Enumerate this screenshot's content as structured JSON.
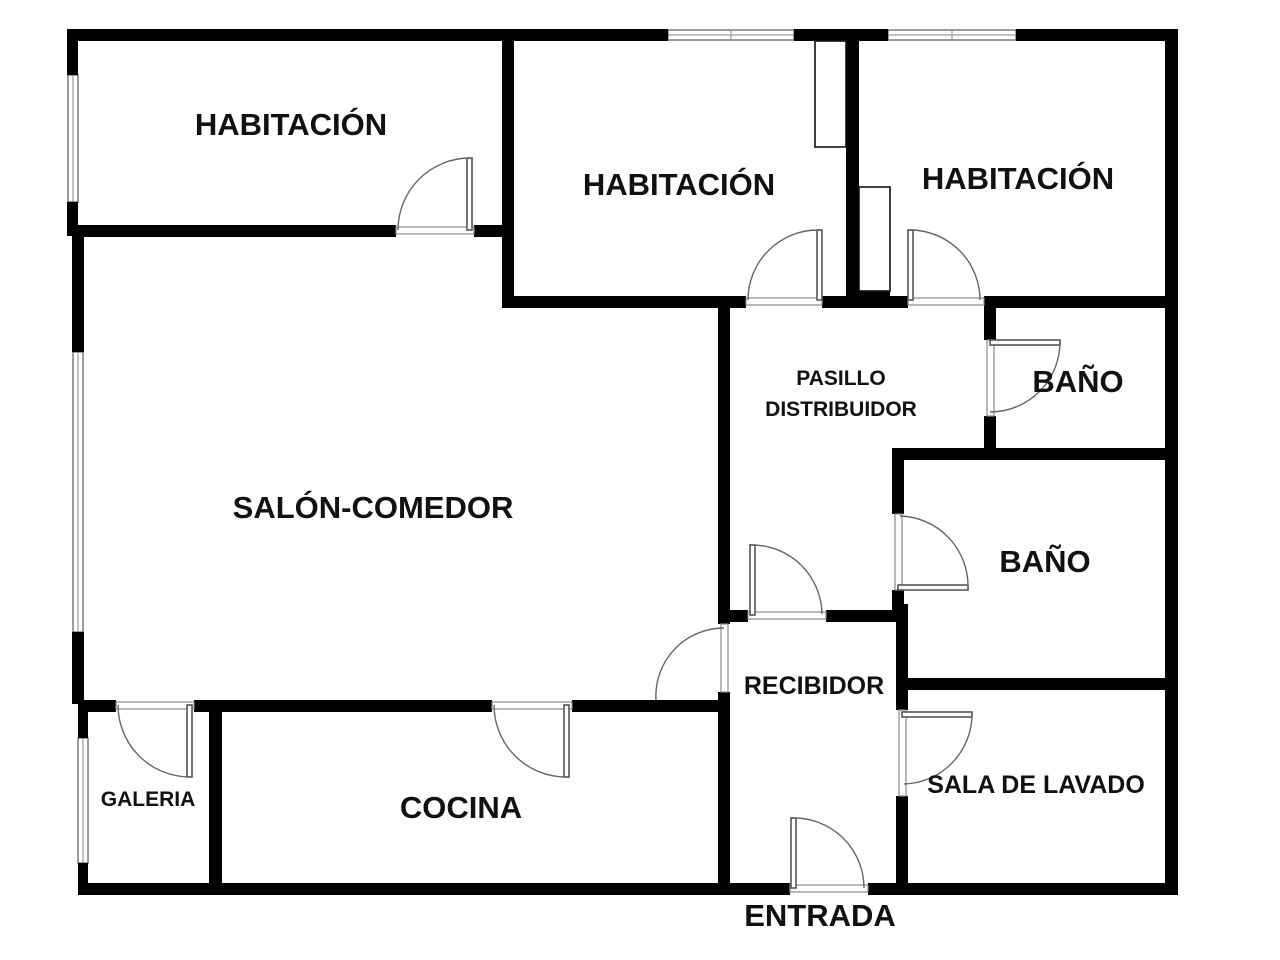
{
  "rooms": {
    "habitacion_1": "HABITACIÓN",
    "habitacion_2": "HABITACIÓN",
    "habitacion_3": "HABITACIÓN",
    "salon_comedor": "SALÓN-COMEDOR",
    "pasillo_line1": "PASILLO",
    "pasillo_line2": "DISTRIBUIDOR",
    "bano_1": "BAÑO",
    "bano_2": "BAÑO",
    "recibidor": "RECIBIDOR",
    "sala_de_lavado": "SALA DE LAVADO",
    "cocina": "COCINA",
    "galeria": "GALERIA"
  },
  "entrance": "ENTRADA"
}
